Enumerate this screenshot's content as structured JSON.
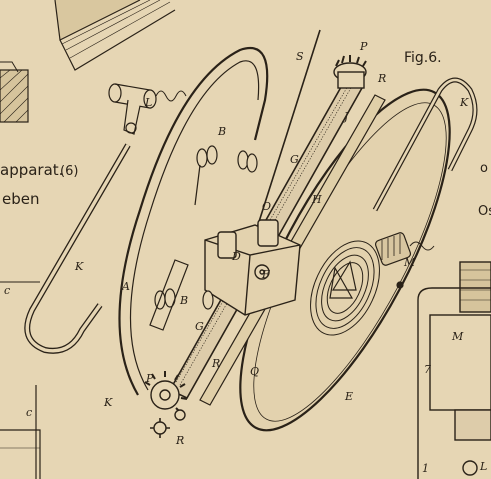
{
  "figure_label": "Fig.6.",
  "side_text": {
    "line1": "apparat.",
    "line1_ref": "(6)",
    "line2": "eben"
  },
  "right_edge_text": {
    "line1": "o",
    "line2": "Os"
  },
  "part_labels": {
    "P_top": "P",
    "R_top": "R",
    "S": "S",
    "K_right": "K",
    "L": "L",
    "J": "J",
    "B_upper": "B",
    "G_upper": "G",
    "H": "H",
    "O": "O",
    "D": "D",
    "F": "F",
    "K_left": "K",
    "A": "A",
    "B_lower": "B",
    "G_lower": "G",
    "R_middle": "R",
    "Q": "Q",
    "E": "E",
    "M_coil": "M",
    "P_bottom": "P",
    "K_bottom": "K",
    "R_bottom": "R",
    "c_upper": "c",
    "c_lower": "c",
    "M_right": "M",
    "seven": "7",
    "one": "1",
    "L_right": "L"
  },
  "colors": {
    "paper": "#e6d6b4",
    "ink": "#2a2218"
  }
}
